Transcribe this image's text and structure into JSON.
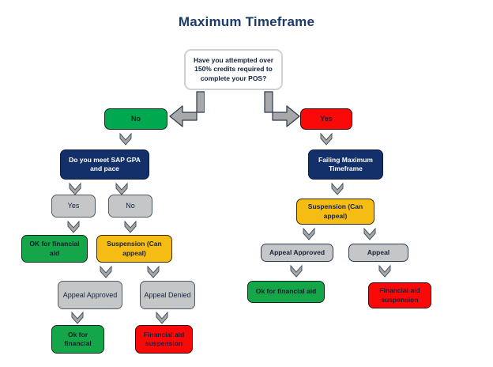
{
  "title": "Maximum Timeframe",
  "colors": {
    "title": "#1b3a6b",
    "green": "#00a94f",
    "red": "#fb0808",
    "navy": "#14306b",
    "gray": "#c4c6c8",
    "amber": "#f5bc13",
    "connector": "#a6a8aa",
    "question_border": "#cfd1d2"
  },
  "nodes": {
    "question": "Have you attempted over 150% credits required to complete your POS?",
    "branch_no": "No",
    "branch_yes": "Yes",
    "sap_question": "Do you meet SAP GPA and pace",
    "failing_max": "Failing Maximum Timeframe",
    "left_yes": "Yes",
    "left_no": "No",
    "left_ok_aid": "OK for financial aid",
    "left_suspension": "Suspension (Can appeal)",
    "left_appeal_approved": "Appeal Approved",
    "left_appeal_denied": "Appeal Denied",
    "left_ok_financial": "Ok for financial",
    "left_aid_suspension": "Financial aid suspension",
    "right_suspension": "Suspension (Can appeal)",
    "right_appeal_approved": "Appeal Approved",
    "right_appeal": "Appeal",
    "right_ok_aid": "Ok for financial aid",
    "right_aid_suspension": "Financial aid suspension"
  },
  "connectors": {
    "elbow_left_label": "down-left-arrow",
    "elbow_right_label": "down-right-arrow",
    "chevron_label": "down-chevron-arrow"
  }
}
